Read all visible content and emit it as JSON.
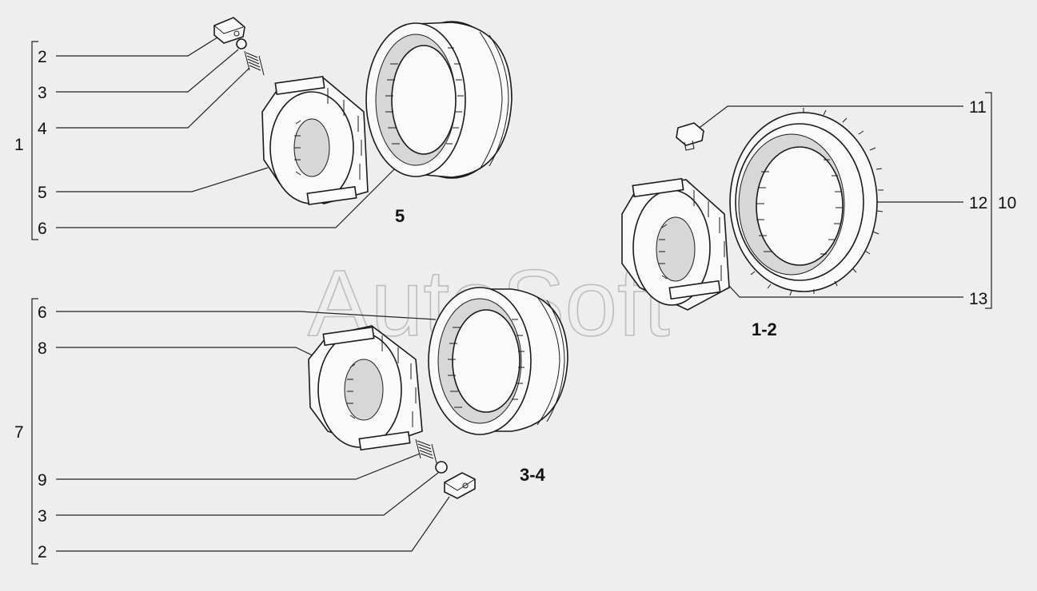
{
  "watermark": "AutoSoft",
  "group_labels": {
    "g5": "5",
    "g34": "3-4",
    "g12": "1-2"
  },
  "callouts": {
    "c1_2": "2",
    "c1_3": "3",
    "c1_4": "4",
    "c1_5": "5",
    "c1_6": "6",
    "bracket1": "1",
    "c7_6": "6",
    "c7_8": "8",
    "c7_9": "9",
    "c7_3": "3",
    "c7_2": "2",
    "bracket7": "7",
    "c10_11": "11",
    "c10_12": "12",
    "c10_13": "13",
    "bracket10": "10"
  }
}
